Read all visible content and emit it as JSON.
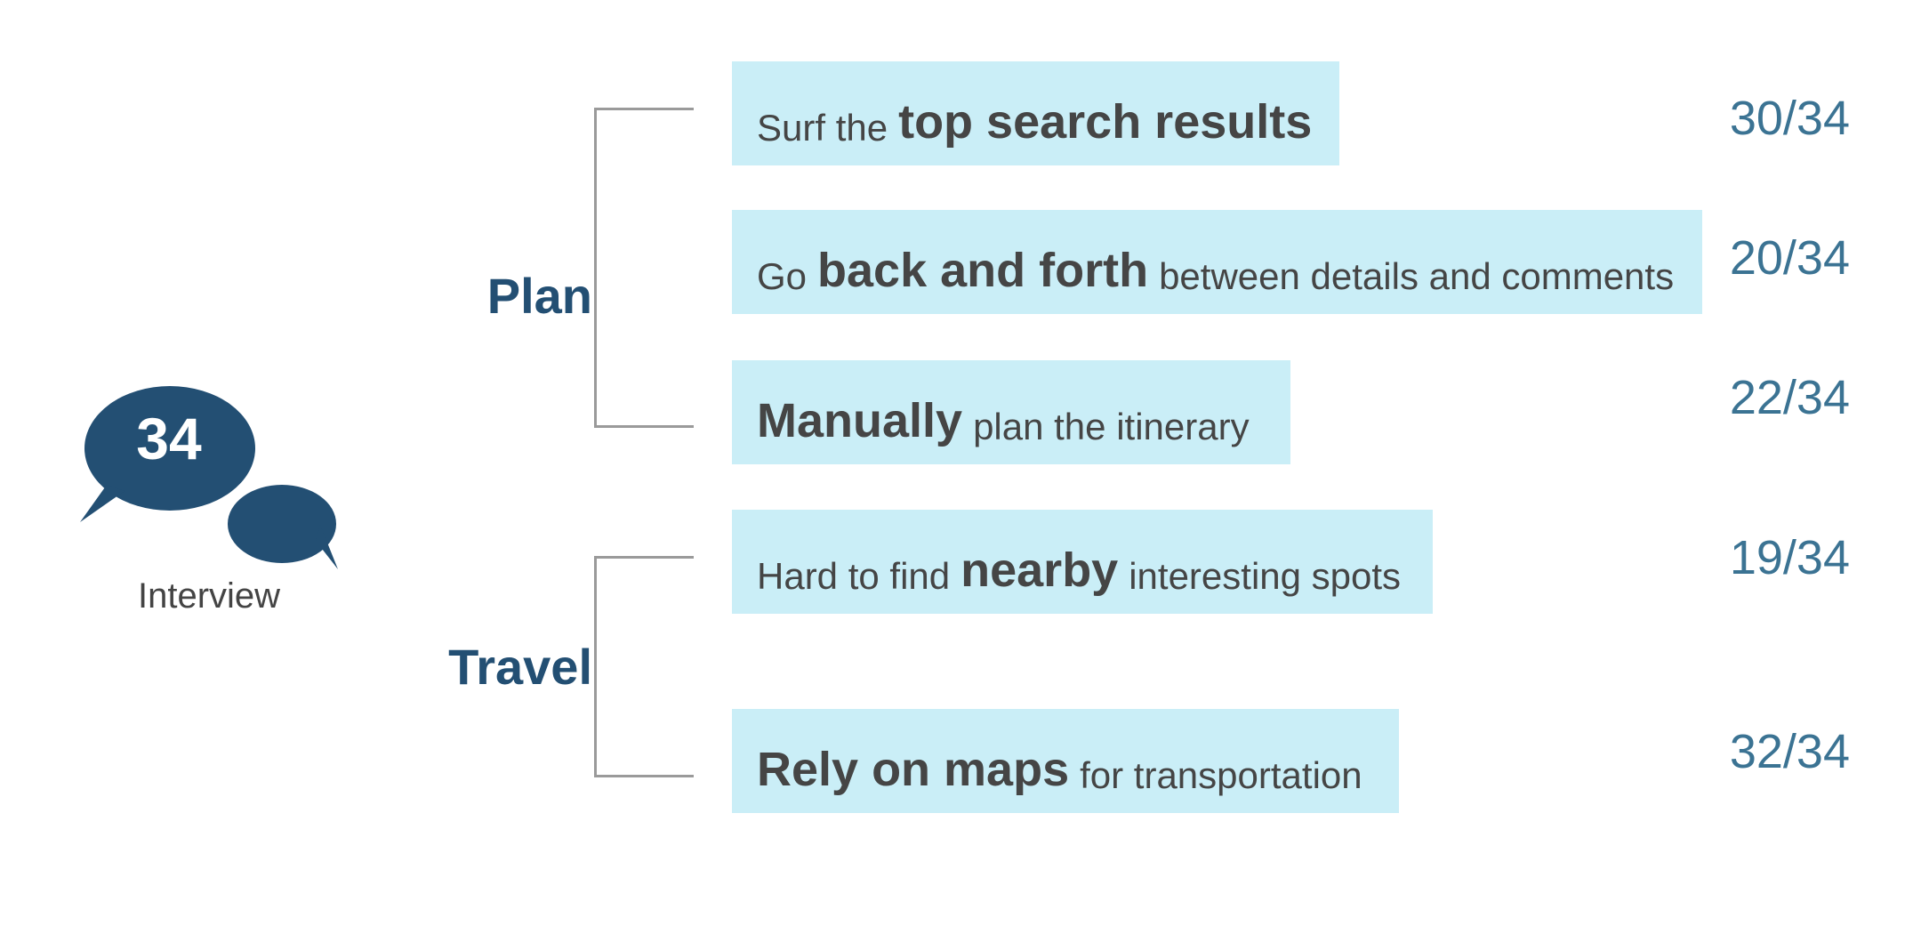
{
  "interview": {
    "count": "34",
    "label": "Interview",
    "bubble_color": "#234f73"
  },
  "groups": [
    {
      "label": "Plan"
    },
    {
      "label": "Travel"
    }
  ],
  "findings": [
    {
      "parts": [
        {
          "text": "Surf the",
          "bold": false
        },
        {
          "text": "top search results",
          "bold": true
        }
      ],
      "ratio": "30/34"
    },
    {
      "parts": [
        {
          "text": "Go",
          "bold": false
        },
        {
          "text": "back and forth",
          "bold": true
        },
        {
          "text": "between details and comments",
          "bold": false
        }
      ],
      "ratio": "20/34"
    },
    {
      "parts": [
        {
          "text": "Manually",
          "bold": true
        },
        {
          "text": "plan the itinerary",
          "bold": false
        }
      ],
      "ratio": "22/34"
    },
    {
      "parts": [
        {
          "text": "Hard to find",
          "bold": false
        },
        {
          "text": "nearby",
          "bold": true
        },
        {
          "text": "interesting spots",
          "bold": false
        }
      ],
      "ratio": "19/34"
    },
    {
      "parts": [
        {
          "text": "Rely on maps",
          "bold": true
        },
        {
          "text": "for transportation",
          "bold": false
        }
      ],
      "ratio": "32/34"
    }
  ],
  "colors": {
    "box_fill": "#caeef7",
    "label_color": "#234f73",
    "ratio_color": "#3b7393",
    "bracket_color": "#9a9a9a"
  }
}
